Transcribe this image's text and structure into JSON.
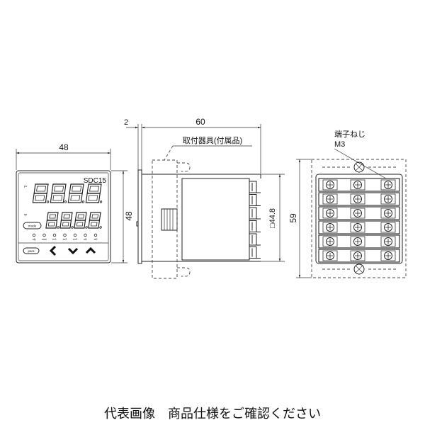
{
  "front_view": {
    "model_label": "SDC15",
    "width_dim": "48",
    "height_dim": "48",
    "pv_label": "pv",
    "sp_label": "sp",
    "mode_button": "mode",
    "para_button": "para",
    "indicators": [
      "rdy",
      "man",
      "ev1",
      "ev2",
      "ev3",
      "ot1",
      "ot2"
    ],
    "icons": [
      "chevron-left-icon",
      "chevron-down-icon",
      "chevron-up-icon"
    ]
  },
  "side_view": {
    "panel_dim": "2",
    "depth_dim": "60",
    "bracket_label": "取付器具(付属品)",
    "body_dim": "□44.8"
  },
  "rear_view": {
    "screw_label_line1": "端子ねじ",
    "screw_label_line2": "M3",
    "height_dim": "59",
    "terminal_rows": 6,
    "terminal_cols": 3
  },
  "caption": "代表画像　商品仕様をご確認ください"
}
